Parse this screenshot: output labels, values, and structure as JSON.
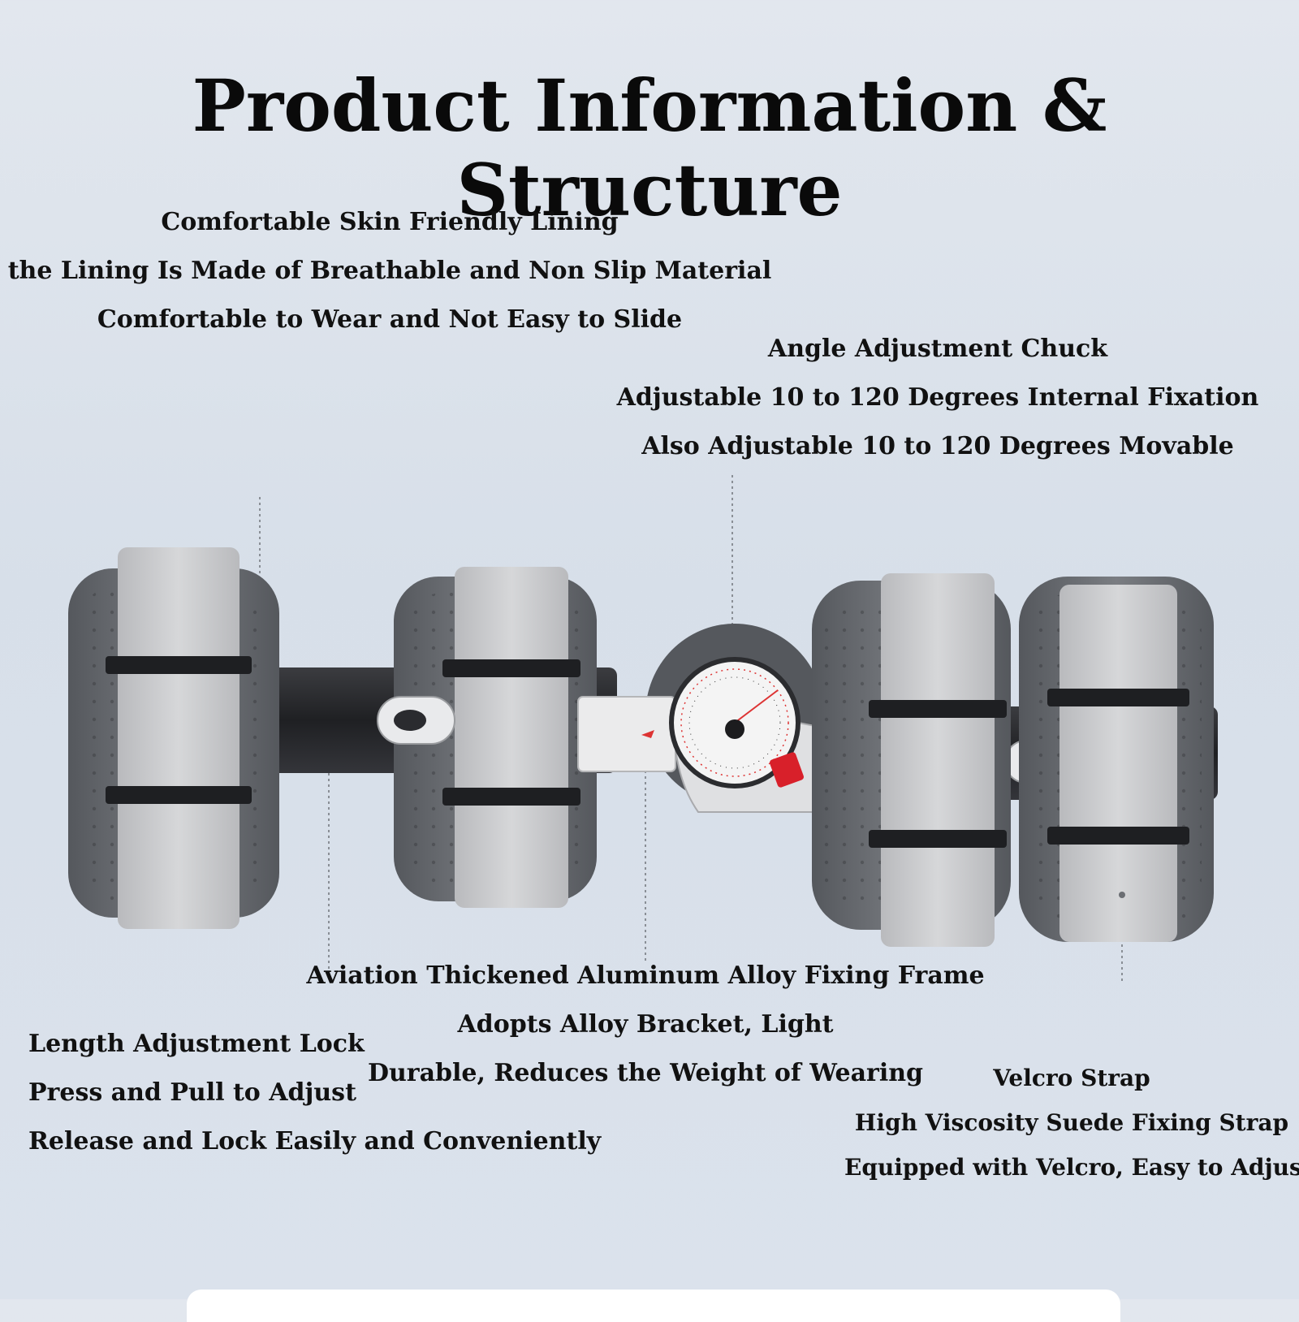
{
  "title": "Product Information & Structure",
  "callouts": {
    "lining": {
      "lines": [
        "Comfortable Skin Friendly Lining",
        "the Lining Is Made of Breathable and Non Slip Material",
        "Comfortable to Wear and Not Easy to Slide"
      ]
    },
    "chuck": {
      "lines": [
        "Angle Adjustment Chuck",
        "Adjustable 10 to 120 Degrees Internal Fixation",
        "Also Adjustable 10 to 120 Degrees Movable"
      ]
    },
    "frame": {
      "lines": [
        "Aviation Thickened Aluminum Alloy Fixing Frame",
        "Adopts Alloy Bracket, Light",
        "Durable, Reduces the Weight of Wearing"
      ]
    },
    "lock": {
      "lines": [
        "Length Adjustment Lock",
        "Press and Pull to Adjust",
        "Release and Lock Easily and Conveniently"
      ]
    },
    "velcro": {
      "lines": [
        "Velcro Strap",
        "High Viscosity Suede Fixing Strap",
        "Equipped with Velcro, Easy to Adjust"
      ]
    }
  },
  "colors": {
    "background": "#dde3eb",
    "pad": "#6b6e73",
    "strap": "#c9cacc",
    "frame": "#2a2b2e",
    "hinge": "#e6e6e6",
    "lock_button": "#d8202a"
  }
}
